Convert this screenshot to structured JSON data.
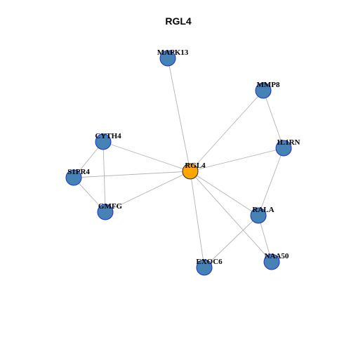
{
  "graph": {
    "title": "RGL4",
    "colors": {
      "hub_fill": "#FFA500",
      "hub_stroke": "#2b2b2b",
      "node_fill": "#4682B4",
      "node_stroke": "#1a2fd6",
      "edge": "#b3b3b3"
    },
    "nodes": [
      {
        "id": "RGL4",
        "label": "RGL4",
        "hub": true
      },
      {
        "id": "MAPK13",
        "label": "MAPK13"
      },
      {
        "id": "MMP8",
        "label": "MMP8"
      },
      {
        "id": "IL1RN",
        "label": "IL1RN"
      },
      {
        "id": "CYTH4",
        "label": "CYTH4"
      },
      {
        "id": "S1PR4",
        "label": "S1PR4"
      },
      {
        "id": "GMFG",
        "label": "GMFG"
      },
      {
        "id": "RALA",
        "label": "RALA"
      },
      {
        "id": "NAA50",
        "label": "NAA50"
      },
      {
        "id": "EXOC6",
        "label": "EXOC6"
      }
    ],
    "edges": [
      [
        "RGL4",
        "MAPK13"
      ],
      [
        "RGL4",
        "MMP8"
      ],
      [
        "RGL4",
        "IL1RN"
      ],
      [
        "RGL4",
        "CYTH4"
      ],
      [
        "RGL4",
        "S1PR4"
      ],
      [
        "RGL4",
        "GMFG"
      ],
      [
        "RGL4",
        "RALA"
      ],
      [
        "RGL4",
        "NAA50"
      ],
      [
        "RGL4",
        "EXOC6"
      ],
      [
        "MMP8",
        "IL1RN"
      ],
      [
        "IL1RN",
        "RALA"
      ],
      [
        "CYTH4",
        "S1PR4"
      ],
      [
        "CYTH4",
        "GMFG"
      ],
      [
        "S1PR4",
        "GMFG"
      ],
      [
        "RALA",
        "NAA50"
      ],
      [
        "RALA",
        "EXOC6"
      ]
    ]
  }
}
